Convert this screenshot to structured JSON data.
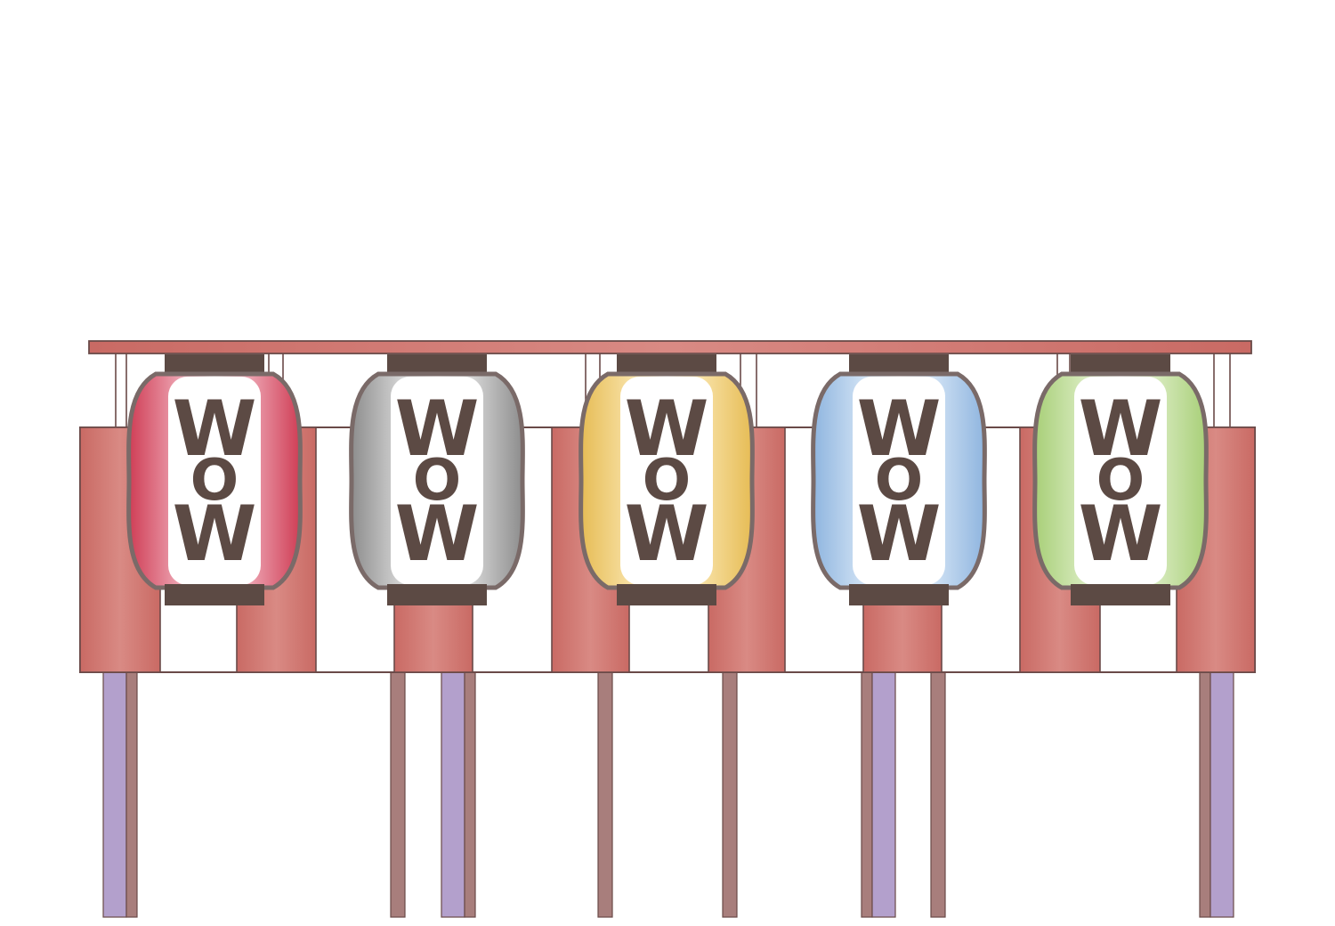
{
  "colors": {
    "background": "#ffffff",
    "fence_red": "#c96a64",
    "fence_red_light": "#d98a84",
    "outline": "#6a4a48",
    "lantern_cap": "#5c4a44",
    "lantern_text": "#5c4a44",
    "post_purple": "#b3a0cc",
    "post_mauve": "#a87e7c",
    "lantern_frame": "#7a6a68"
  },
  "lanterns": [
    {
      "letters": [
        "W",
        "O",
        "W"
      ],
      "color": "#cf3d55",
      "highlight": "#f2b6c2"
    },
    {
      "letters": [
        "W",
        "O",
        "W"
      ],
      "color": "#8d8d8d",
      "highlight": "#e2e2e2"
    },
    {
      "letters": [
        "W",
        "O",
        "W"
      ],
      "color": "#e6bc55",
      "highlight": "#fbe8b4"
    },
    {
      "letters": [
        "W",
        "O",
        "W"
      ],
      "color": "#8fb5df",
      "highlight": "#dceaf8"
    },
    {
      "letters": [
        "W",
        "O",
        "W"
      ],
      "color": "#a8cf78",
      "highlight": "#e1f0cc"
    }
  ]
}
